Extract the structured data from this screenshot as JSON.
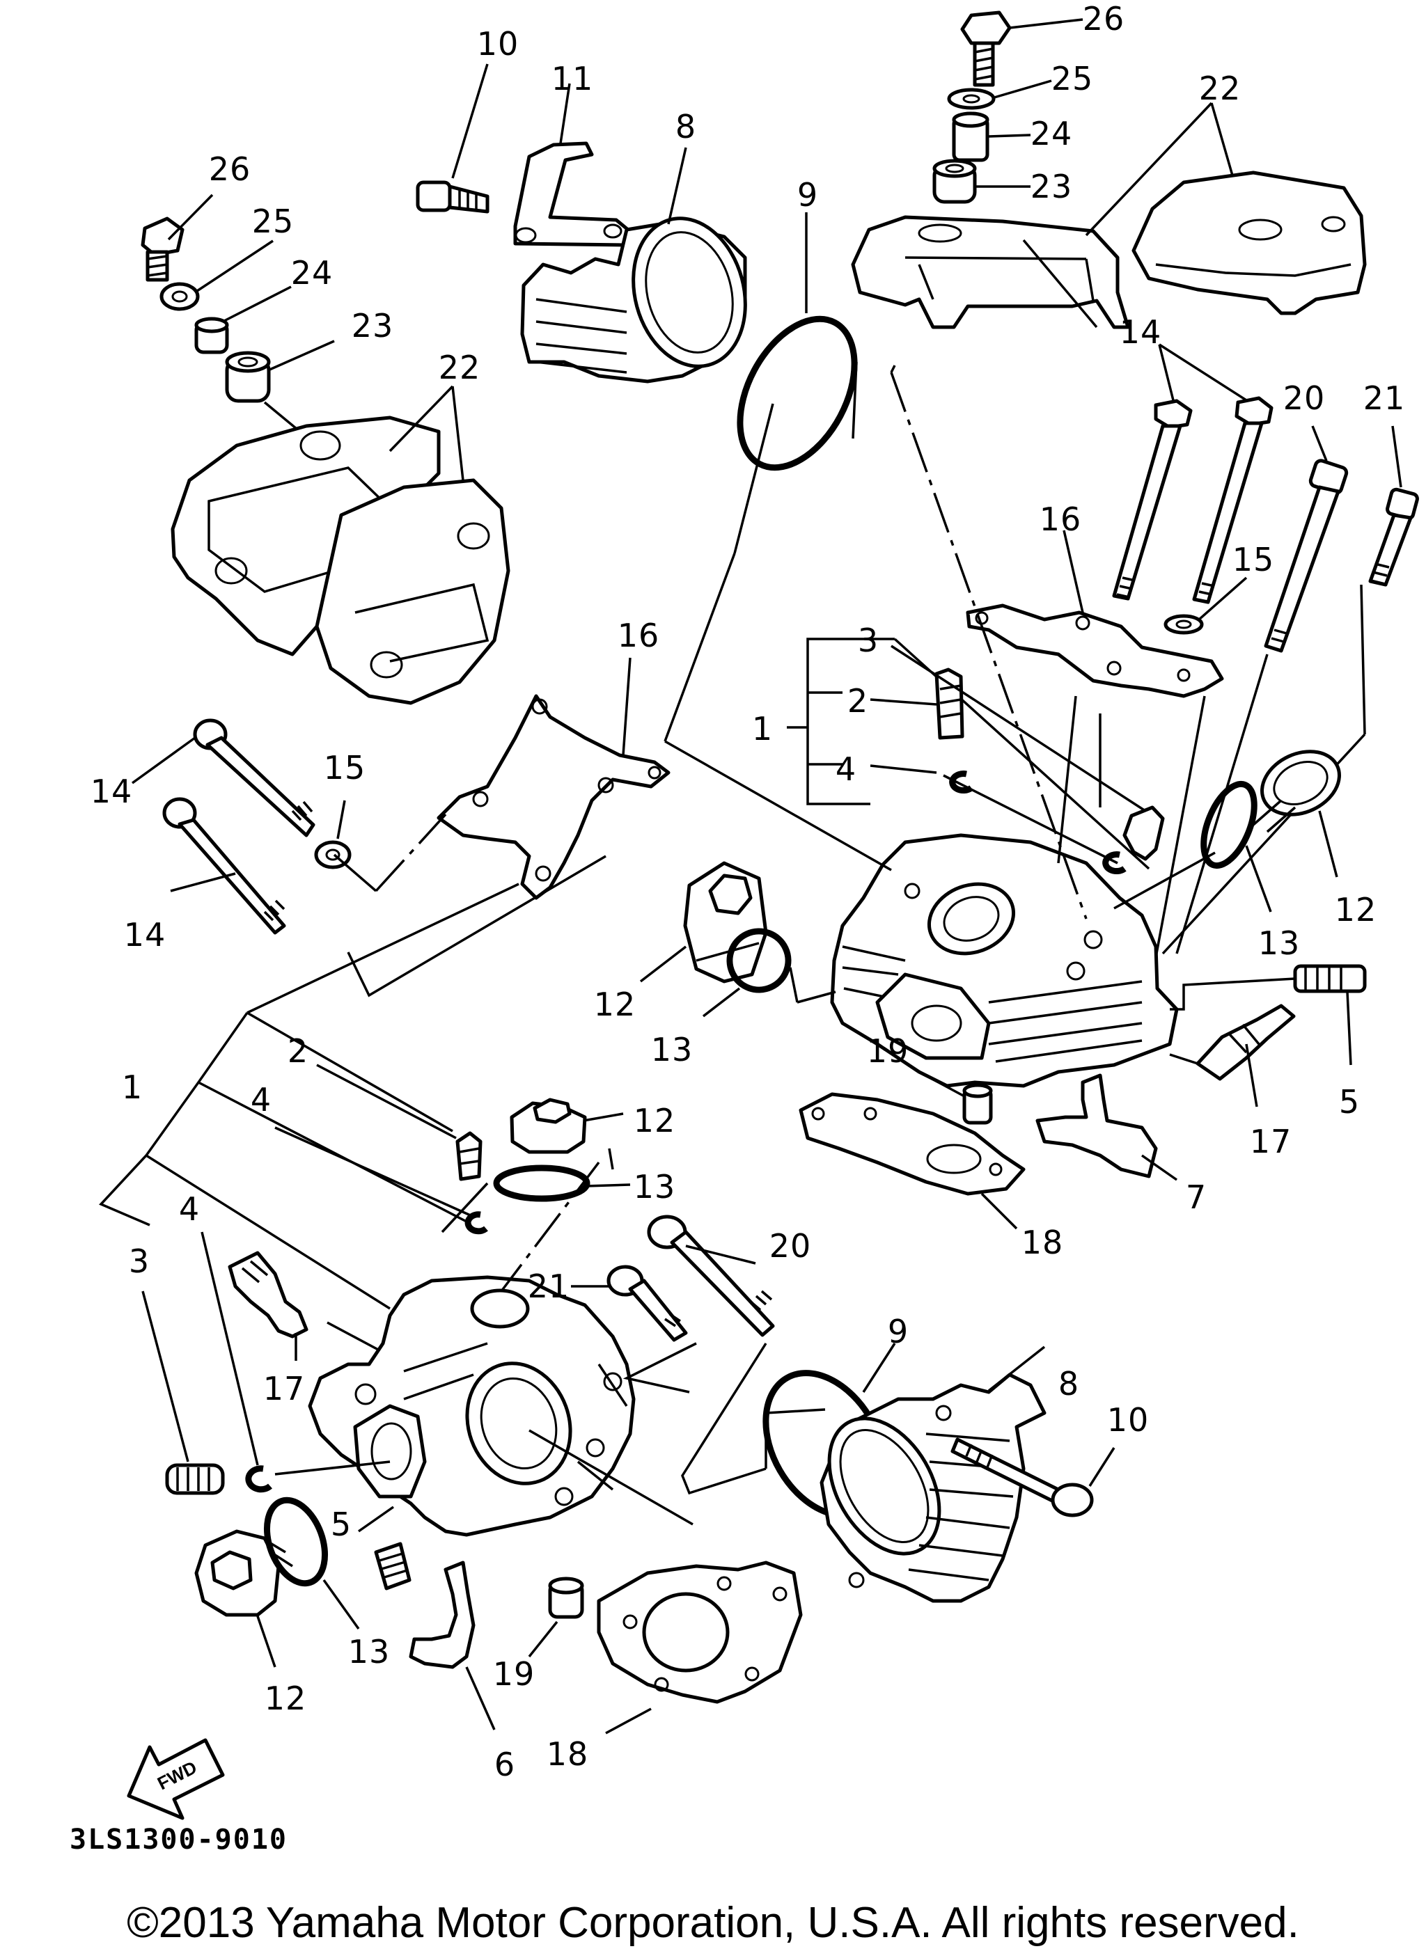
{
  "callouts": [
    {
      "id": "c-26-top",
      "label": "26"
    },
    {
      "id": "c-25-top",
      "label": "25"
    },
    {
      "id": "c-24-top",
      "label": "24"
    },
    {
      "id": "c-23-top",
      "label": "23"
    },
    {
      "id": "c-22-top",
      "label": "22"
    },
    {
      "id": "c-10-top",
      "label": "10"
    },
    {
      "id": "c-11",
      "label": "11"
    },
    {
      "id": "c-8-top",
      "label": "8"
    },
    {
      "id": "c-9-top",
      "label": "9"
    },
    {
      "id": "c-26-left",
      "label": "26"
    },
    {
      "id": "c-25-left",
      "label": "25"
    },
    {
      "id": "c-24-left",
      "label": "24"
    },
    {
      "id": "c-23-left",
      "label": "23"
    },
    {
      "id": "c-22-left",
      "label": "22"
    },
    {
      "id": "c-14-right",
      "label": "14"
    },
    {
      "id": "c-20-top",
      "label": "20"
    },
    {
      "id": "c-21-top",
      "label": "21"
    },
    {
      "id": "c-16-right",
      "label": "16"
    },
    {
      "id": "c-15-right",
      "label": "15"
    },
    {
      "id": "c-3-top",
      "label": "3"
    },
    {
      "id": "c-2-top",
      "label": "2"
    },
    {
      "id": "c-1-top",
      "label": "1"
    },
    {
      "id": "c-4-top",
      "label": "4"
    },
    {
      "id": "c-16-left",
      "label": "16"
    },
    {
      "id": "c-14-left-a",
      "label": "14"
    },
    {
      "id": "c-15-left",
      "label": "15"
    },
    {
      "id": "c-14-left-b",
      "label": "14"
    },
    {
      "id": "c-12-right",
      "label": "12"
    },
    {
      "id": "c-13-right",
      "label": "13"
    },
    {
      "id": "c-12-mid",
      "label": "12"
    },
    {
      "id": "c-13-mid",
      "label": "13"
    },
    {
      "id": "c-5-right",
      "label": "5"
    },
    {
      "id": "c-19-top",
      "label": "19"
    },
    {
      "id": "c-17-right",
      "label": "17"
    },
    {
      "id": "c-7",
      "label": "7"
    },
    {
      "id": "c-18-top",
      "label": "18"
    },
    {
      "id": "c-2-bottom",
      "label": "2"
    },
    {
      "id": "c-4-bottom-a",
      "label": "4"
    },
    {
      "id": "c-1-bottom",
      "label": "1"
    },
    {
      "id": "c-12-bottom-a",
      "label": "12"
    },
    {
      "id": "c-13-bottom-a",
      "label": "13"
    },
    {
      "id": "c-4-bottom-b",
      "label": "4"
    },
    {
      "id": "c-3-bottom",
      "label": "3"
    },
    {
      "id": "c-20-bottom",
      "label": "20"
    },
    {
      "id": "c-21-bottom",
      "label": "21"
    },
    {
      "id": "c-17-bottom",
      "label": "17"
    },
    {
      "id": "c-9-bottom",
      "label": "9"
    },
    {
      "id": "c-8-bottom",
      "label": "8"
    },
    {
      "id": "c-10-bottom",
      "label": "10"
    },
    {
      "id": "c-5-bottom",
      "label": "5"
    },
    {
      "id": "c-13-bottom-b",
      "label": "13"
    },
    {
      "id": "c-12-bottom-b",
      "label": "12"
    },
    {
      "id": "c-19-bottom",
      "label": "19"
    },
    {
      "id": "c-18-bottom",
      "label": "18"
    },
    {
      "id": "c-6",
      "label": "6"
    }
  ],
  "fwd_arrow_text": "FWD",
  "diagram_code": "3LS1300-9010",
  "copyright": "©2013 Yamaha Motor Corporation, U.S.A. All rights reserved."
}
